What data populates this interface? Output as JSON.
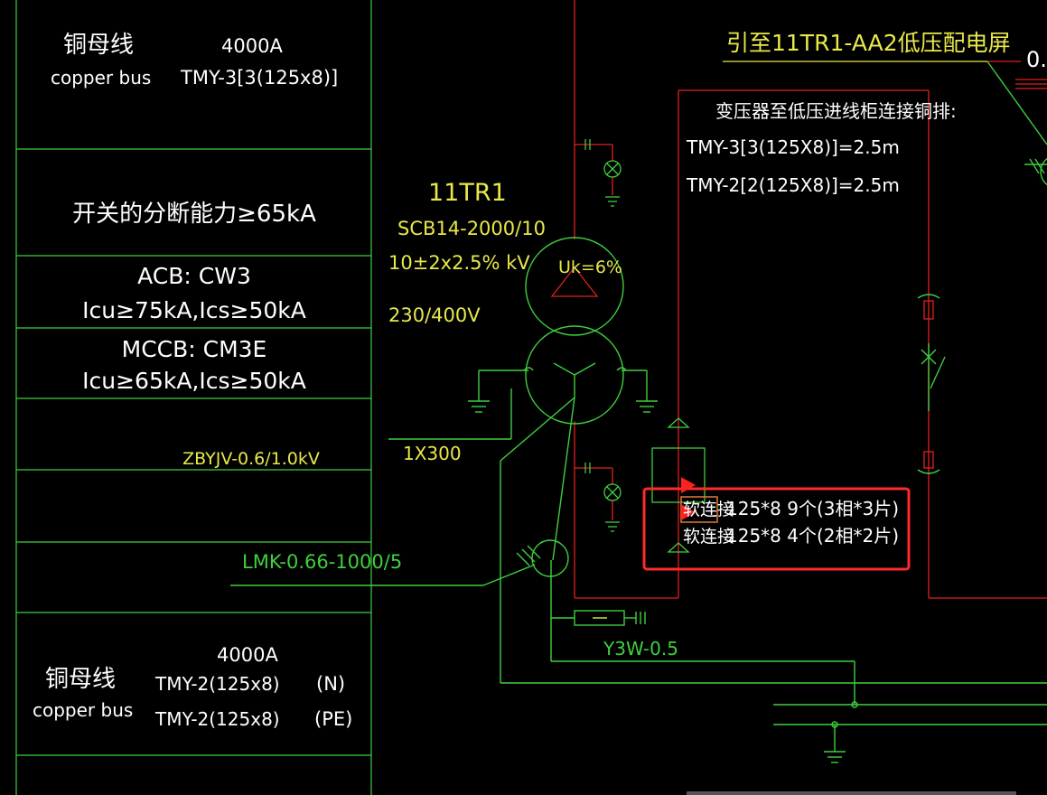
{
  "legend_table": {
    "row1": {
      "cn": "铜母线",
      "en": "copper bus",
      "rating": "4000A",
      "spec": "TMY-3[3(125x8)]"
    },
    "row2": {
      "text": "开关的分断能力≥65kA"
    },
    "row3": {
      "line1": "ACB: CW3",
      "line2": "Icu≥75kA,Ics≥50kA"
    },
    "row4": {
      "line1": "MCCB: CM3E",
      "line2": "Icu≥65kA,Ics≥50kA"
    },
    "row5": {
      "cable": "ZBYJV-0.6/1.0kV"
    },
    "row8": {
      "cn": "铜母线",
      "en": "copper bus",
      "rating": "4000A",
      "spec_n": "TMY-2(125x8)",
      "label_n": "(N)",
      "spec_pe": "TMY-2(125x8)",
      "label_pe": "(PE)"
    }
  },
  "transformer": {
    "id": "11TR1",
    "model": "SCB14-2000/10",
    "ratio": "10±2x2.5% kV",
    "voltage": "230/400V",
    "uk": "Uk=6%",
    "cable": "1X300"
  },
  "ct": {
    "label": "LMK-0.66-1000/5"
  },
  "arrester": {
    "label": "Y3W-0.5"
  },
  "destination": {
    "label": "引至11TR1-AA2低压配电屏",
    "partial_text": "0."
  },
  "busbar_note": {
    "title": "变压器至低压进线柜连接铜排:",
    "line1": "TMY-3[3(125X8)]=2.5m",
    "line2": "TMY-2[2(125X8)]=2.5m"
  },
  "flex_connection": {
    "row1_prefix": "软连接",
    "row1_text": "125*8  9个(3相*3片)",
    "row2_prefix": "软连接",
    "row2_text": "125*8  4个(2相*2片)"
  },
  "colors": {
    "background": "#000000",
    "green_line": "#3fcf3f",
    "red_line": "#e02020",
    "yellow_text": "#e8e84a",
    "white_text": "#ffffff",
    "highlight_box": "#ff2a2a"
  }
}
